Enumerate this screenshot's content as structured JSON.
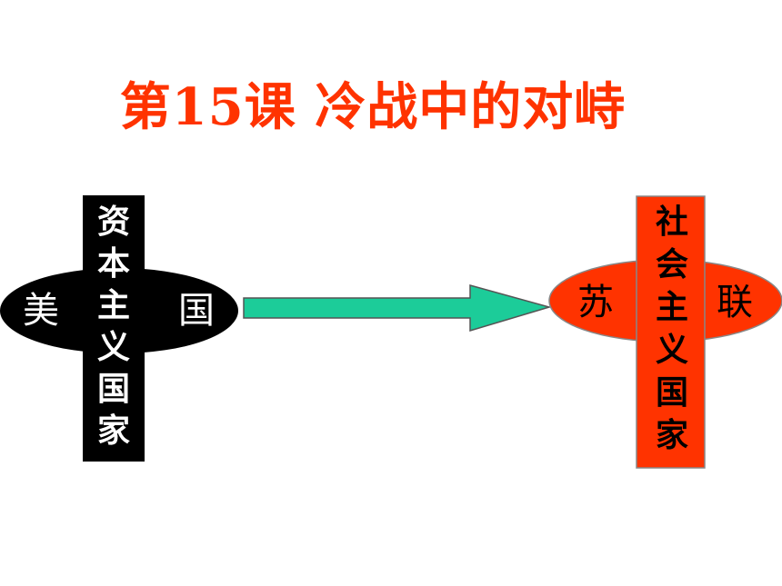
{
  "title": "第15课  冷战中的对峙",
  "left_bloc": {
    "country_left": "美",
    "country_right": "国",
    "label": "资本主义国家"
  },
  "right_bloc": {
    "country_left": "苏",
    "country_right": "联",
    "label": "社会主义国家"
  },
  "colors": {
    "title": "#ff3300",
    "left_fill": "#000000",
    "left_text": "#ffffff",
    "right_fill": "#ff3300",
    "right_text": "#000000",
    "arrow_fill": "#1ccc99"
  }
}
